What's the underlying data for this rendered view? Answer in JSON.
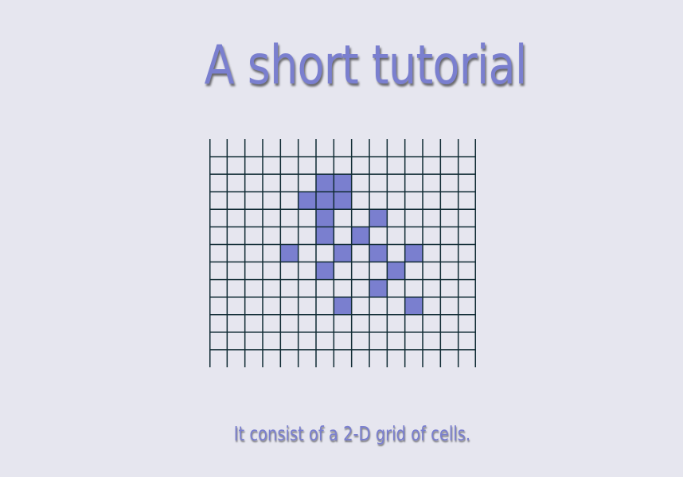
{
  "slide": {
    "title": "A short tutorial",
    "caption": "It consist of a 2-D grid of cells."
  },
  "grid": {
    "columns": 15,
    "rows": 13,
    "line_color": "#0f2a33",
    "cell_background": "#e6e6ef",
    "filled_color": "#7a7fcf",
    "filled_cells": [
      [
        6,
        2
      ],
      [
        7,
        2
      ],
      [
        5,
        3
      ],
      [
        6,
        3
      ],
      [
        7,
        3
      ],
      [
        6,
        4
      ],
      [
        9,
        4
      ],
      [
        6,
        5
      ],
      [
        8,
        5
      ],
      [
        4,
        6
      ],
      [
        7,
        6
      ],
      [
        9,
        6
      ],
      [
        11,
        6
      ],
      [
        6,
        7
      ],
      [
        10,
        7
      ],
      [
        9,
        8
      ],
      [
        7,
        9
      ],
      [
        11,
        9
      ]
    ]
  },
  "colors": {
    "background": "#e6e6ef",
    "accent": "#7a7fcf"
  }
}
